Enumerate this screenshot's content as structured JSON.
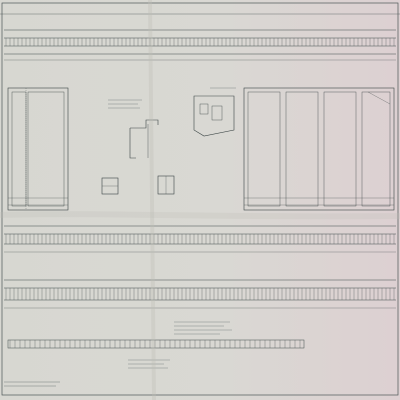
{
  "document": {
    "type": "architectural blueprint sheet",
    "paper_color": "#d8d8d2",
    "line_color": "#3f4a4a",
    "sections": [
      "top-gridline-elevation",
      "left-elevation-panel",
      "center-detail-sketches",
      "right-elevation-panel",
      "middle-gridline-elevation",
      "lower-gridline-elevation",
      "bottom-plan-strip",
      "notes-block",
      "title-strip"
    ]
  }
}
